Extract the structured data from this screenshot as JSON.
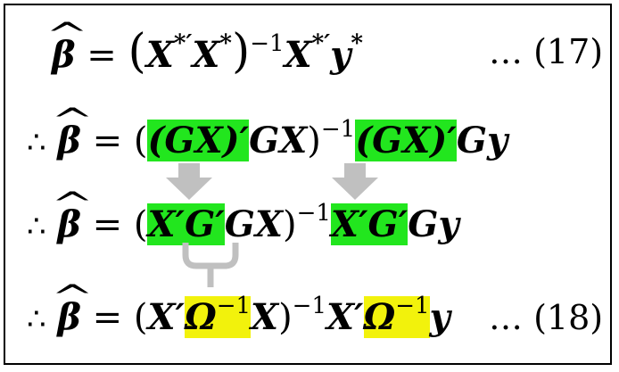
{
  "equation_17": {
    "lhs": "β",
    "rhs": [
      "X",
      "*′",
      "X",
      "*",
      "−1",
      "X",
      "*′",
      "y",
      "*"
    ],
    "number": "… (17)"
  },
  "line_2": {
    "therefore": "∴",
    "lhs": "β",
    "part1": "(GX)′",
    "part2": "GX",
    "exp": "−1",
    "part3": "(GX)′",
    "part4": "Gy"
  },
  "line_3": {
    "therefore": "∴",
    "lhs": "β",
    "part1": "X′G′",
    "part2": "GX",
    "exp": "−1",
    "part3": "X′G′",
    "part4": "Gy"
  },
  "equation_18": {
    "therefore": "∴",
    "lhs": "β",
    "x1": "X′",
    "omega1": "Ω",
    "omega_exp": "−1",
    "x2": "X",
    "exp": "−1",
    "x3": "X′",
    "omega2": "Ω",
    "omega2_exp": "−1",
    "y": "y",
    "number": "… (18)"
  },
  "colors": {
    "highlight_green": "#22e61e",
    "highlight_yellow": "#f2f20c",
    "arrow_gray": "#c0c0c0"
  },
  "icons": [
    "down-arrow-icon",
    "down-arrow-icon",
    "merge-brace-icon"
  ]
}
